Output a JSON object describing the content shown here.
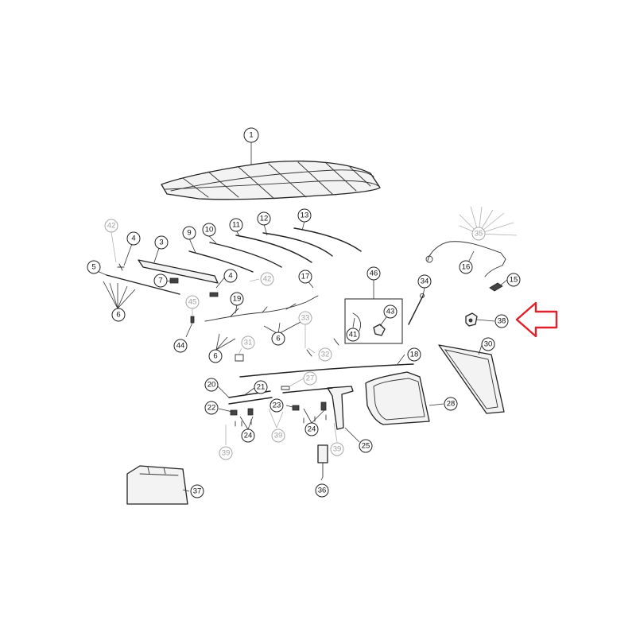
{
  "diagram": {
    "callouts": [
      {
        "id": "c1",
        "label": "1",
        "grey": false
      },
      {
        "id": "c3",
        "label": "3",
        "grey": false
      },
      {
        "id": "c4a",
        "label": "4",
        "grey": false
      },
      {
        "id": "c4b",
        "label": "4",
        "grey": false
      },
      {
        "id": "c5",
        "label": "5",
        "grey": false
      },
      {
        "id": "c6a",
        "label": "6",
        "grey": false
      },
      {
        "id": "c6b",
        "label": "6",
        "grey": false
      },
      {
        "id": "c6c",
        "label": "6",
        "grey": false
      },
      {
        "id": "c7",
        "label": "7",
        "grey": false
      },
      {
        "id": "c9",
        "label": "9",
        "grey": false
      },
      {
        "id": "c10",
        "label": "10",
        "grey": false
      },
      {
        "id": "c11",
        "label": "11",
        "grey": false
      },
      {
        "id": "c12",
        "label": "12",
        "grey": false
      },
      {
        "id": "c13",
        "label": "13",
        "grey": false
      },
      {
        "id": "c15",
        "label": "15",
        "grey": false
      },
      {
        "id": "c16",
        "label": "16",
        "grey": false
      },
      {
        "id": "c17",
        "label": "17",
        "grey": false
      },
      {
        "id": "c18",
        "label": "18",
        "grey": false
      },
      {
        "id": "c19",
        "label": "19",
        "grey": false
      },
      {
        "id": "c20",
        "label": "20",
        "grey": false
      },
      {
        "id": "c21",
        "label": "21",
        "grey": false
      },
      {
        "id": "c22",
        "label": "22",
        "grey": false
      },
      {
        "id": "c23",
        "label": "23",
        "grey": false
      },
      {
        "id": "c24a",
        "label": "24",
        "grey": false
      },
      {
        "id": "c24b",
        "label": "24",
        "grey": false
      },
      {
        "id": "c25",
        "label": "25",
        "grey": false
      },
      {
        "id": "c27",
        "label": "27",
        "grey": true
      },
      {
        "id": "c28",
        "label": "28",
        "grey": false
      },
      {
        "id": "c30",
        "label": "30",
        "grey": false
      },
      {
        "id": "c31",
        "label": "31",
        "grey": true
      },
      {
        "id": "c32",
        "label": "32",
        "grey": true
      },
      {
        "id": "c33",
        "label": "33",
        "grey": true
      },
      {
        "id": "c34",
        "label": "34",
        "grey": false
      },
      {
        "id": "c35",
        "label": "35",
        "grey": true
      },
      {
        "id": "c36",
        "label": "36",
        "grey": false
      },
      {
        "id": "c37",
        "label": "37",
        "grey": false
      },
      {
        "id": "c38",
        "label": "38",
        "grey": false
      },
      {
        "id": "c39a",
        "label": "39",
        "grey": true
      },
      {
        "id": "c39b",
        "label": "39",
        "grey": true
      },
      {
        "id": "c39c",
        "label": "39",
        "grey": true
      },
      {
        "id": "c41",
        "label": "41",
        "grey": false
      },
      {
        "id": "c42a",
        "label": "42",
        "grey": true
      },
      {
        "id": "c42b",
        "label": "42",
        "grey": true
      },
      {
        "id": "c43",
        "label": "43",
        "grey": false
      },
      {
        "id": "c44",
        "label": "44",
        "grey": false
      },
      {
        "id": "c45",
        "label": "45",
        "grey": true
      },
      {
        "id": "c46",
        "label": "46",
        "grey": false
      }
    ],
    "highlight_arrow": {
      "color": "#e0202a",
      "points_to": "38"
    }
  }
}
